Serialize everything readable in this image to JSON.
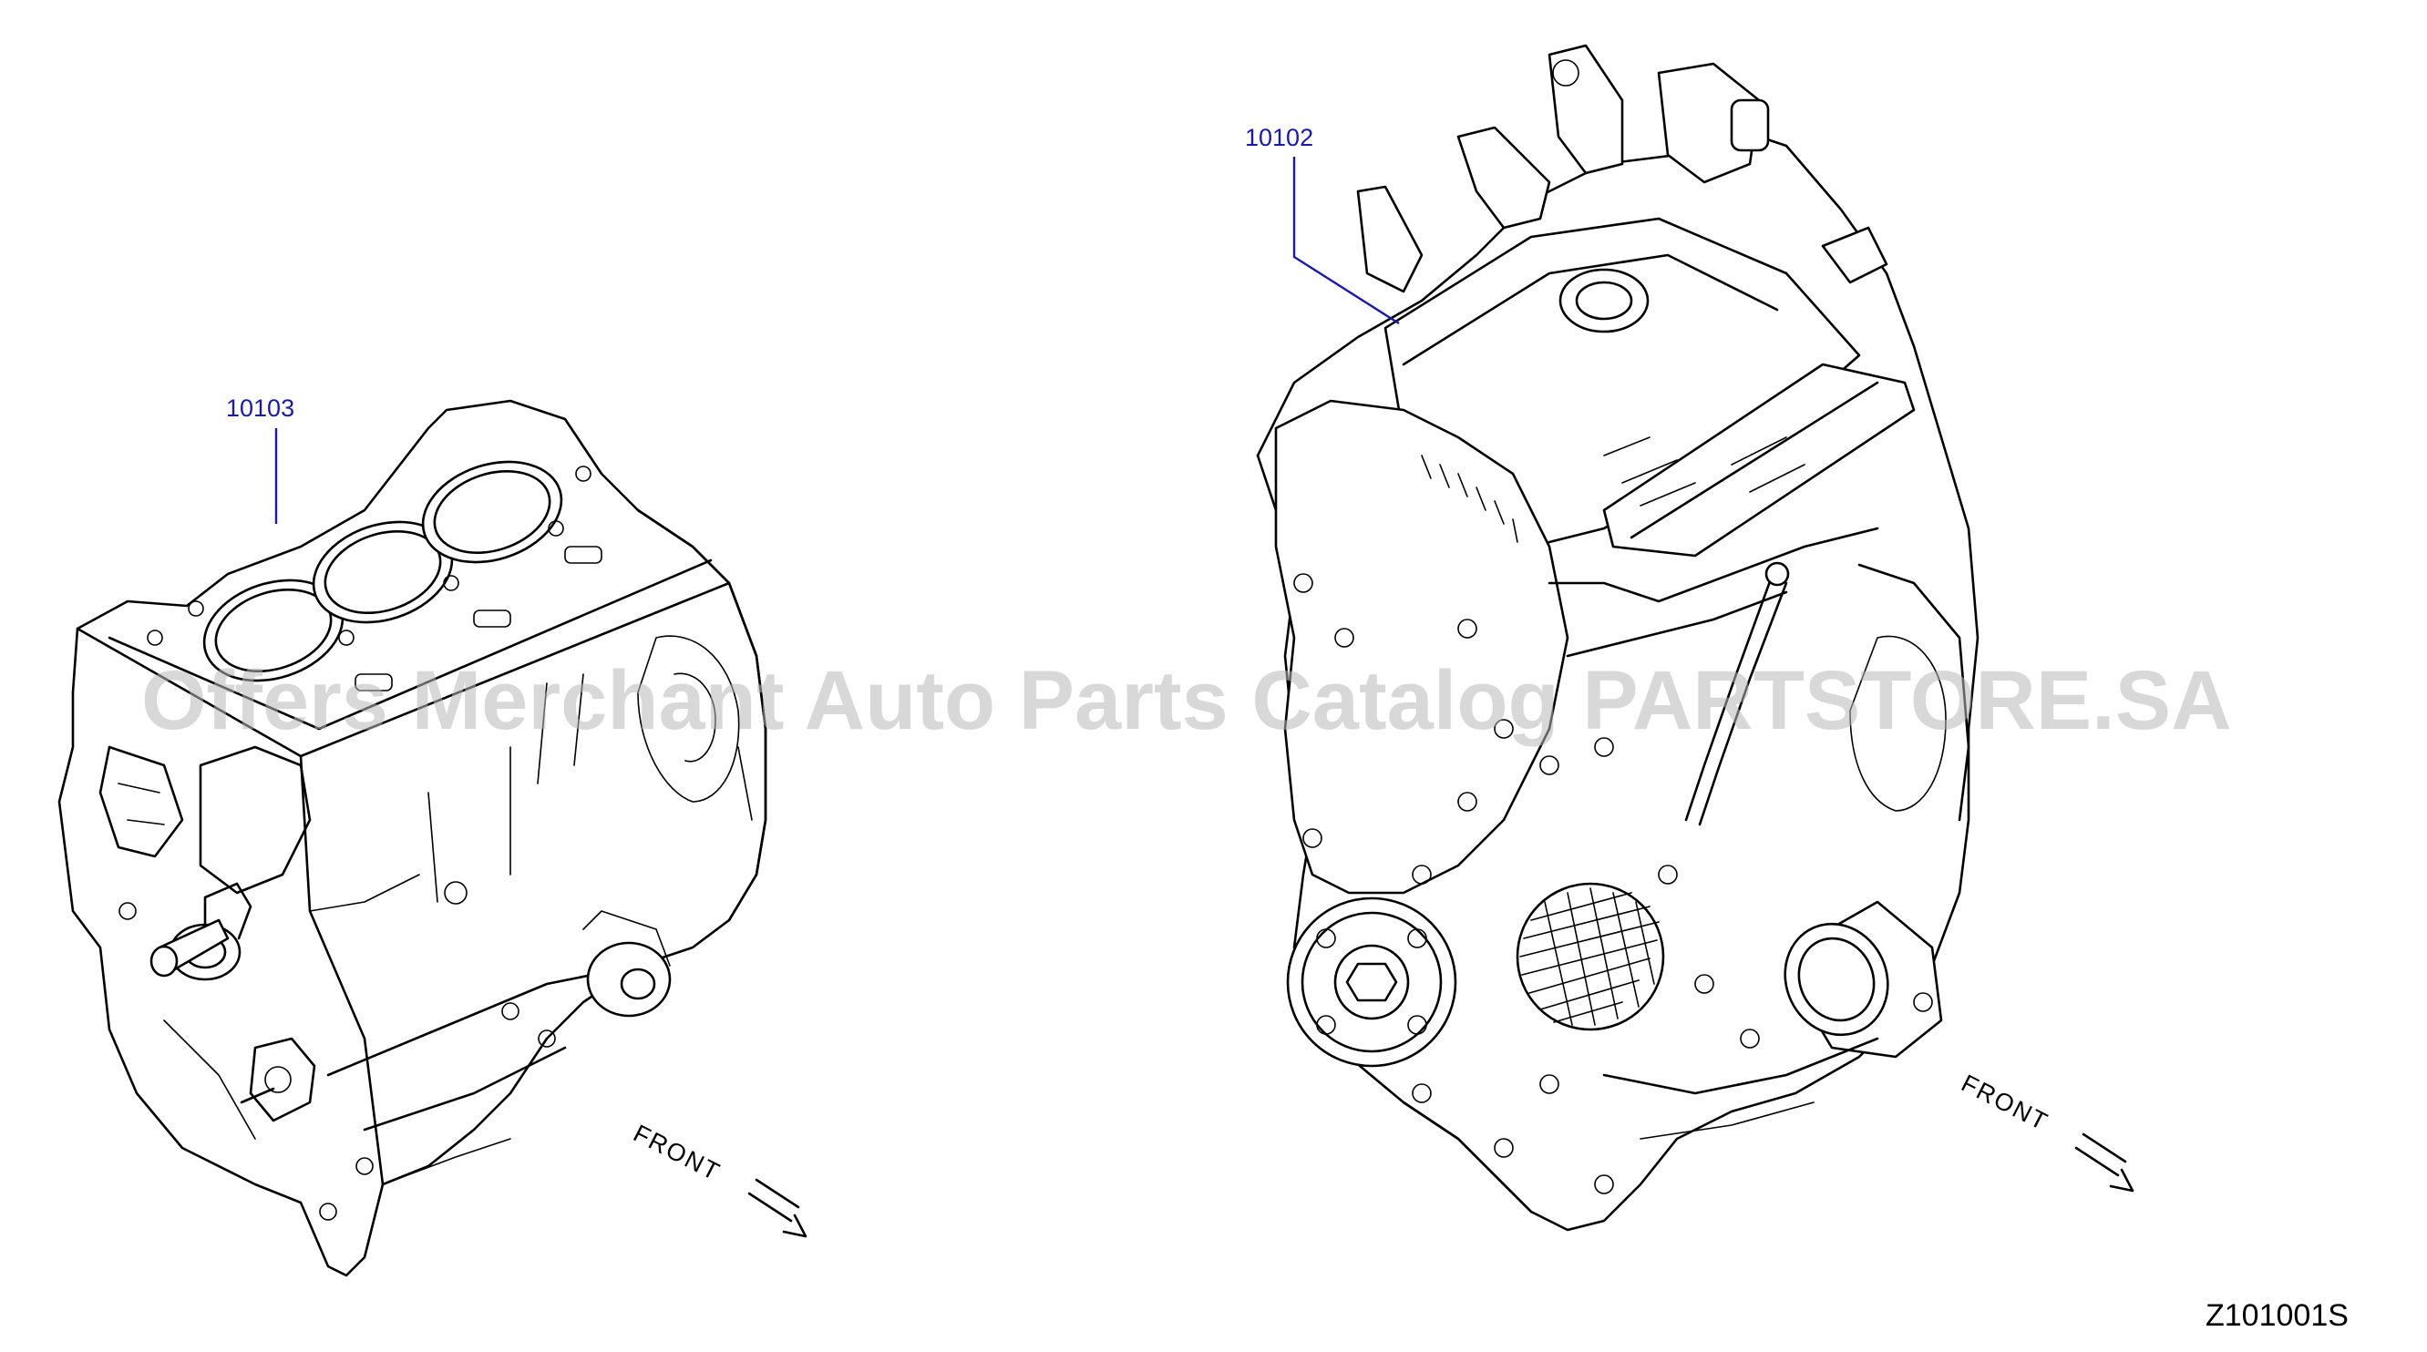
{
  "diagram": {
    "parts": [
      {
        "number": "10103",
        "component": "short-block"
      },
      {
        "number": "10102",
        "component": "engine-assembly"
      }
    ],
    "front_labels": [
      "FRONT",
      "FRONT"
    ],
    "diagram_id": "Z101001S",
    "watermark": "Offers Merchant Auto Parts Catalog PARTSTORE.SA"
  },
  "colors": {
    "line": "#000000",
    "callout": "#1a1aa8",
    "watermark": "#b8b8b8",
    "background": "#ffffff"
  }
}
